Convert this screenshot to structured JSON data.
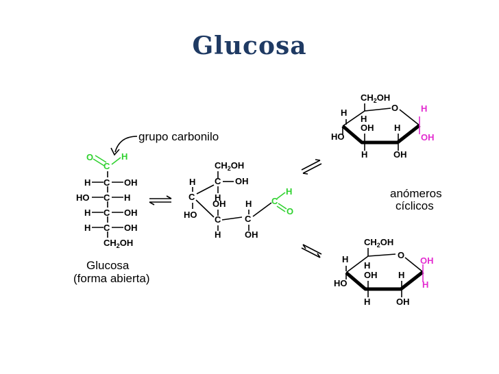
{
  "title": "Glucosa",
  "labels": {
    "grupo_carbonilo": "grupo  carbonilo",
    "open_name": "Glucosa",
    "open_form": "(forma abierta)",
    "anomers_1": "anómeros",
    "anomers_2": "cíclicos"
  },
  "colors": {
    "title": "#1f3a63",
    "carbonyl_highlight": "#2fd12f",
    "anomeric_highlight": "#e32bd0"
  }
}
